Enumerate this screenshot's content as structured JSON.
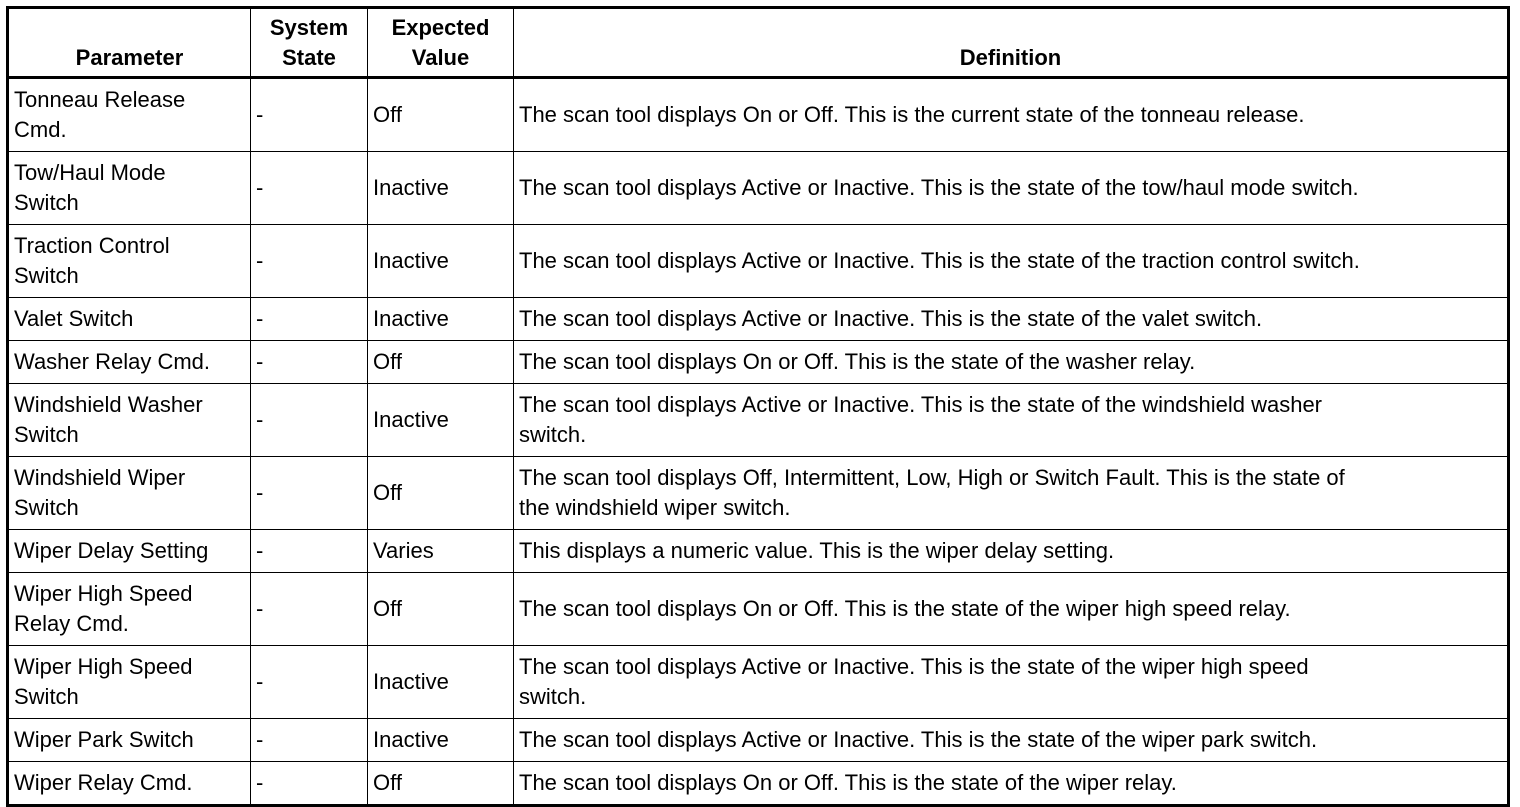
{
  "table": {
    "headers": {
      "parameter": "Parameter",
      "system_state_line1": "System",
      "system_state_line2": "State",
      "expected_value_line1": "Expected",
      "expected_value_line2": "Value",
      "definition": "Definition"
    },
    "rows": [
      {
        "parameter_line1": "Tonneau Release",
        "parameter_line2": "Cmd.",
        "system_state": "-",
        "expected_value": "Off",
        "definition_line1": "The scan tool displays On or Off. This is the current state of the tonneau release.",
        "definition_line2": ""
      },
      {
        "parameter_line1": "Tow/Haul Mode",
        "parameter_line2": "Switch",
        "system_state": "-",
        "expected_value": "Inactive",
        "definition_line1": "The scan tool displays Active or Inactive. This is the state of the tow/haul mode switch.",
        "definition_line2": ""
      },
      {
        "parameter_line1": "Traction Control",
        "parameter_line2": "Switch",
        "system_state": "-",
        "expected_value": "Inactive",
        "definition_line1": "The scan tool displays Active or Inactive. This is the state of the traction control switch.",
        "definition_line2": ""
      },
      {
        "parameter_line1": "Valet Switch",
        "parameter_line2": "",
        "system_state": "-",
        "expected_value": "Inactive",
        "definition_line1": "The scan tool displays Active or Inactive. This is the state of the valet switch.",
        "definition_line2": ""
      },
      {
        "parameter_line1": "Washer Relay Cmd.",
        "parameter_line2": "",
        "system_state": "-",
        "expected_value": "Off",
        "definition_line1": "The scan tool displays On or Off. This is the state of the washer relay.",
        "definition_line2": ""
      },
      {
        "parameter_line1": "Windshield Washer",
        "parameter_line2": "Switch",
        "system_state": "-",
        "expected_value": "Inactive",
        "definition_line1": "The scan tool displays Active or Inactive. This is the state of the windshield washer",
        "definition_line2": "switch."
      },
      {
        "parameter_line1": "Windshield Wiper",
        "parameter_line2": "Switch",
        "system_state": "-",
        "expected_value": "Off",
        "definition_line1": "The scan tool displays Off, Intermittent, Low, High or Switch Fault. This is the state of",
        "definition_line2": "the windshield wiper switch."
      },
      {
        "parameter_line1": "Wiper Delay Setting",
        "parameter_line2": "",
        "system_state": "-",
        "expected_value": "Varies",
        "definition_line1": "This displays a numeric value. This is the wiper delay setting.",
        "definition_line2": ""
      },
      {
        "parameter_line1": "Wiper High Speed",
        "parameter_line2": "Relay Cmd.",
        "system_state": "-",
        "expected_value": "Off",
        "definition_line1": "The scan tool displays On or Off. This is the state of the wiper high speed relay.",
        "definition_line2": ""
      },
      {
        "parameter_line1": "Wiper High Speed",
        "parameter_line2": "Switch",
        "system_state": "-",
        "expected_value": "Inactive",
        "definition_line1": "The scan tool displays Active or Inactive. This is the state of the wiper high speed",
        "definition_line2": "switch."
      },
      {
        "parameter_line1": "Wiper Park Switch",
        "parameter_line2": "",
        "system_state": "-",
        "expected_value": "Inactive",
        "definition_line1": "The scan tool displays Active or Inactive. This is the state of the wiper park switch.",
        "definition_line2": ""
      },
      {
        "parameter_line1": "Wiper Relay Cmd.",
        "parameter_line2": "",
        "system_state": "-",
        "expected_value": "Off",
        "definition_line1": "The scan tool displays On or Off. This is the state of the wiper relay.",
        "definition_line2": ""
      }
    ]
  }
}
